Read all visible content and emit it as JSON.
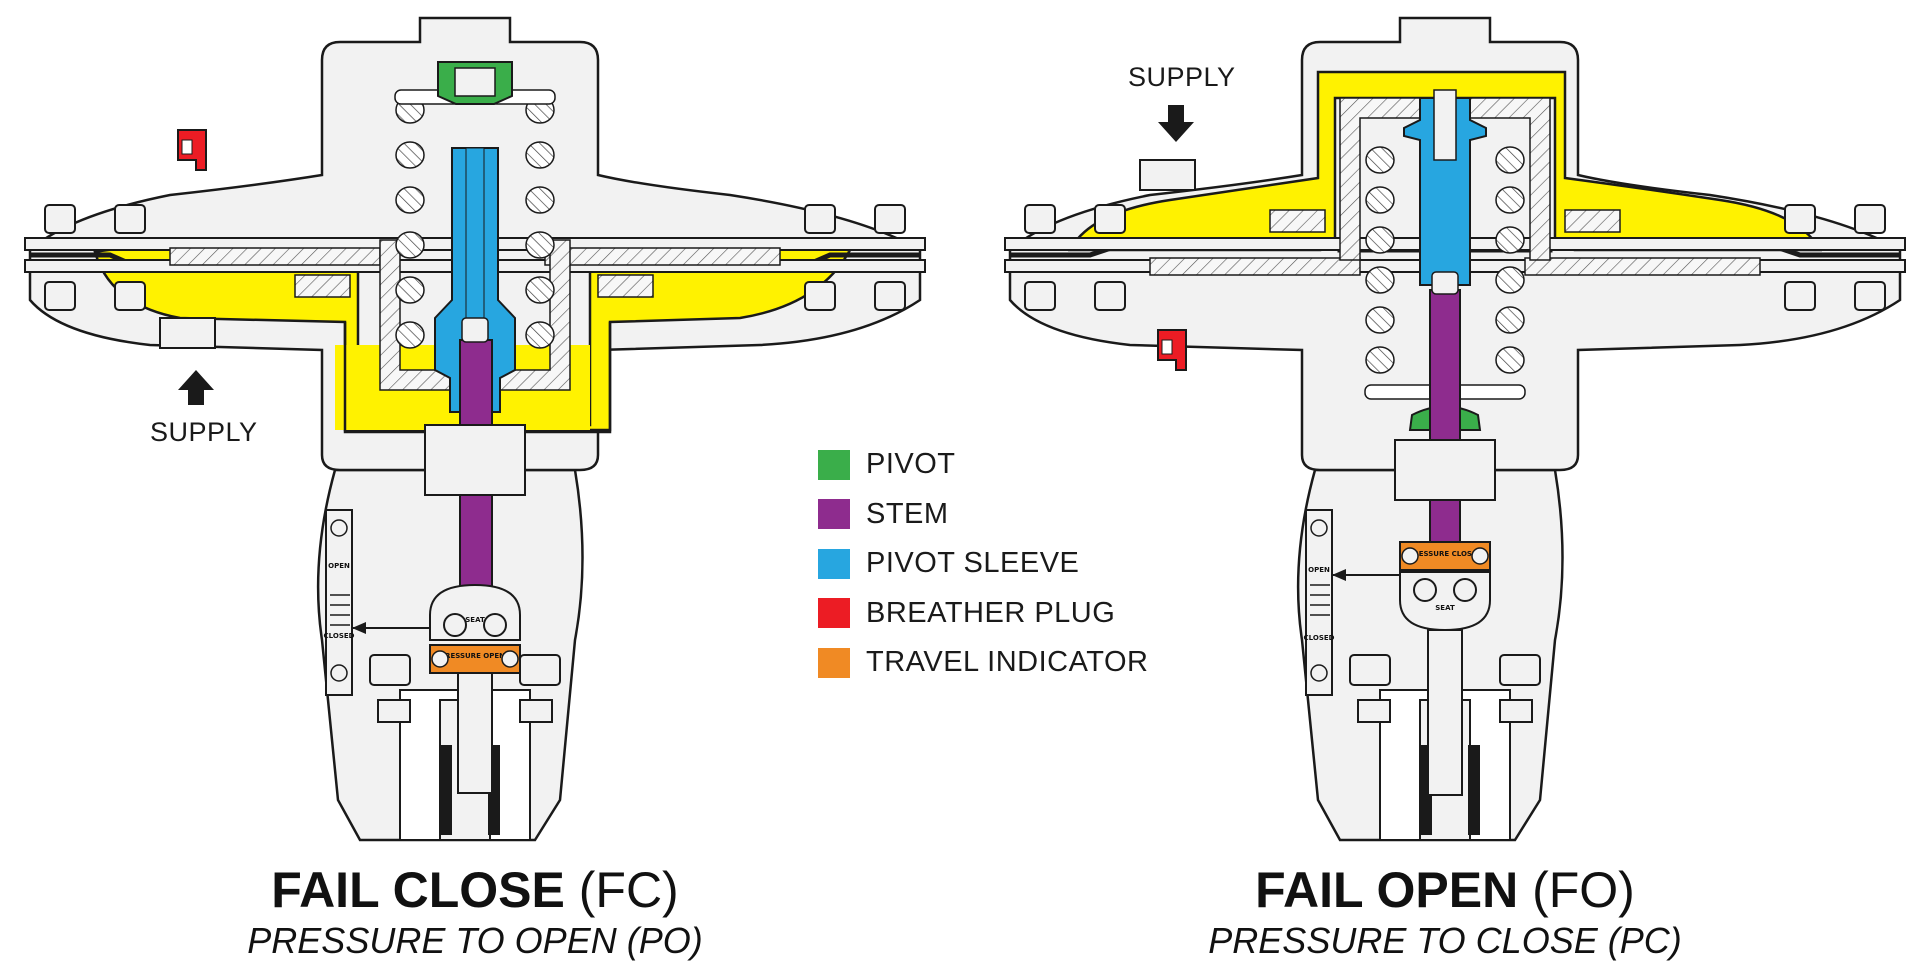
{
  "colors": {
    "pivot": "#3aae4a",
    "stem": "#8e2c8e",
    "pivot_sleeve": "#27a6e0",
    "breather_plug": "#ec1c24",
    "travel_indicator": "#f08a24",
    "pressure_chamber": "#fff200",
    "outline": "#1a1a1a",
    "body": "#f2f2f2"
  },
  "legend": [
    {
      "label": "PIVOT",
      "color": "#3aae4a"
    },
    {
      "label": "STEM",
      "color": "#8e2c8e"
    },
    {
      "label": "PIVOT SLEEVE",
      "color": "#27a6e0"
    },
    {
      "label": "BREATHER PLUG",
      "color": "#ec1c24"
    },
    {
      "label": "TRAVEL INDICATOR",
      "color": "#f08a24"
    }
  ],
  "left": {
    "title_bold": "FAIL CLOSE",
    "title_normal": "(FC)",
    "subtitle": "PRESSURE TO OPEN (PO)",
    "supply_label": "SUPPLY",
    "plate_text": "PRESSURE OPENS",
    "seat_text": "SEAT",
    "scale_open": "OPEN",
    "scale_closed": "CLOSED"
  },
  "right": {
    "title_bold": "FAIL OPEN",
    "title_normal": "(FO)",
    "subtitle": "PRESSURE TO CLOSE (PC)",
    "supply_label": "SUPPLY",
    "plate_text": "PRESSURE CLOSES",
    "seat_text": "SEAT",
    "scale_open": "OPEN",
    "scale_closed": "CLOSED"
  }
}
